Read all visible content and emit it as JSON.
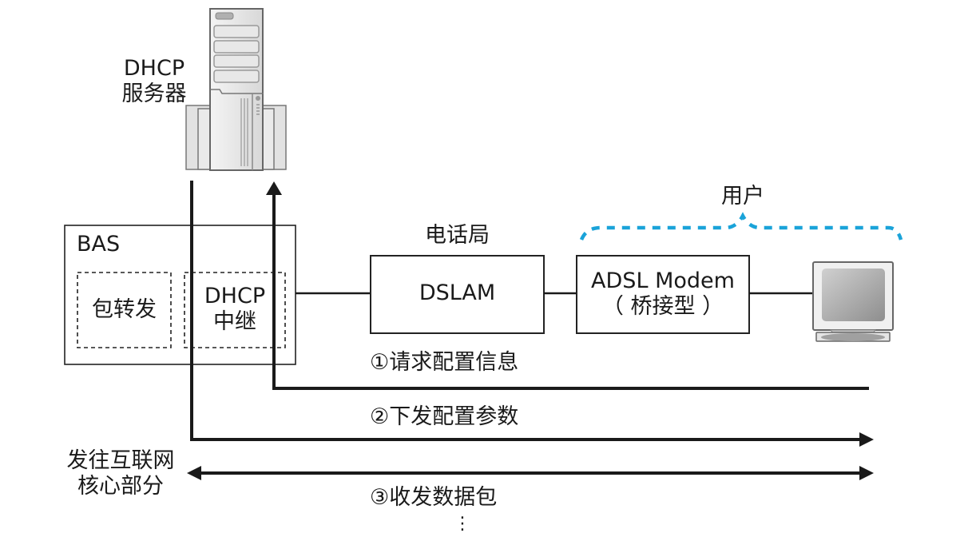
{
  "server": {
    "label_line1": "DHCP",
    "label_line2": "服务器",
    "icon": "server-tower-icon"
  },
  "bas": {
    "title": "BAS",
    "packet_forward": "包转发",
    "dhcp_relay_line1": "DHCP",
    "dhcp_relay_line2": "中继"
  },
  "central_office": {
    "label": "电话局",
    "dslam": "DSLAM"
  },
  "user": {
    "label": "用户",
    "modem_line1": "ADSL Modem",
    "modem_line2": "（ 桥接型 ）",
    "pc_icon": "computer-monitor-icon",
    "bracket_color": "#1aa3d9"
  },
  "flows": {
    "step1": "①请求配置信息",
    "step2": "②下发配置参数",
    "step3": "③收发数据包",
    "continuation": "⋮"
  },
  "internet_core": {
    "line1": "发往互联网",
    "line2": "核心部分"
  }
}
